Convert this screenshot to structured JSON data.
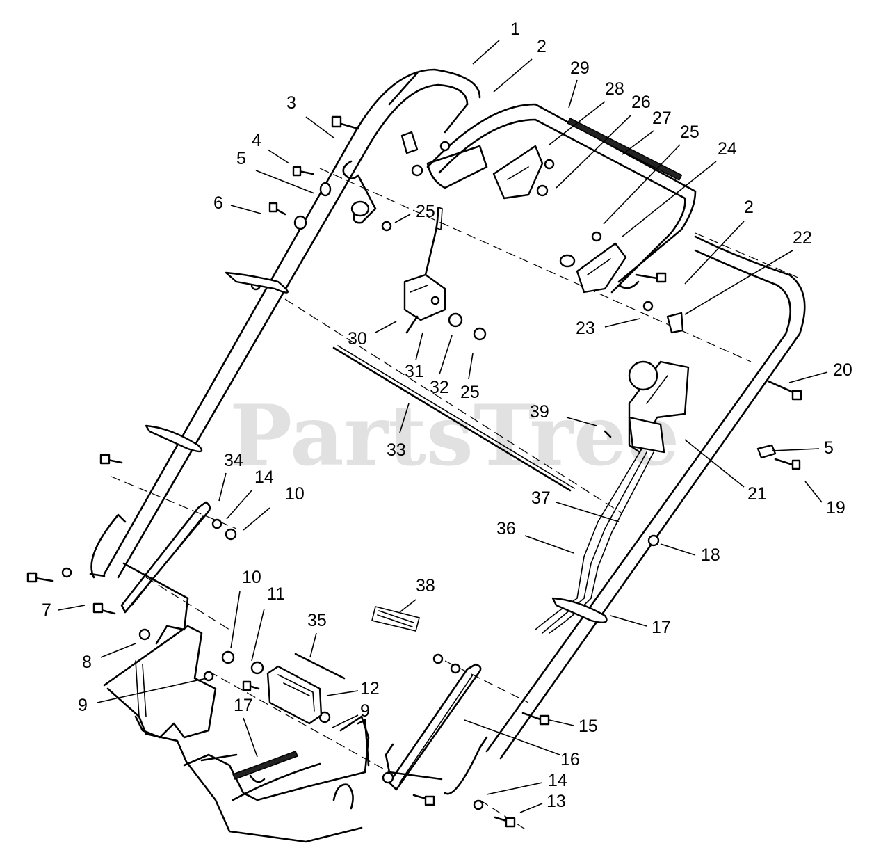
{
  "watermark": "PartsTree",
  "callouts": [
    {
      "label": "1"
    },
    {
      "label": "2"
    },
    {
      "label": "29"
    },
    {
      "label": "28"
    },
    {
      "label": "26"
    },
    {
      "label": "27"
    },
    {
      "label": "25"
    },
    {
      "label": "24"
    },
    {
      "label": "3"
    },
    {
      "label": "4"
    },
    {
      "label": "5"
    },
    {
      "label": "6"
    },
    {
      "label": "25"
    },
    {
      "label": "2"
    },
    {
      "label": "22"
    },
    {
      "label": "23"
    },
    {
      "label": "30"
    },
    {
      "label": "31"
    },
    {
      "label": "32"
    },
    {
      "label": "25"
    },
    {
      "label": "20"
    },
    {
      "label": "33"
    },
    {
      "label": "39"
    },
    {
      "label": "5"
    },
    {
      "label": "21"
    },
    {
      "label": "19"
    },
    {
      "label": "34"
    },
    {
      "label": "14"
    },
    {
      "label": "10"
    },
    {
      "label": "37"
    },
    {
      "label": "36"
    },
    {
      "label": "18"
    },
    {
      "label": "10"
    },
    {
      "label": "11"
    },
    {
      "label": "38"
    },
    {
      "label": "7"
    },
    {
      "label": "35"
    },
    {
      "label": "17"
    },
    {
      "label": "8"
    },
    {
      "label": "12"
    },
    {
      "label": "9"
    },
    {
      "label": "17"
    },
    {
      "label": "9"
    },
    {
      "label": "15"
    },
    {
      "label": "16"
    },
    {
      "label": "14"
    },
    {
      "label": "13"
    }
  ]
}
